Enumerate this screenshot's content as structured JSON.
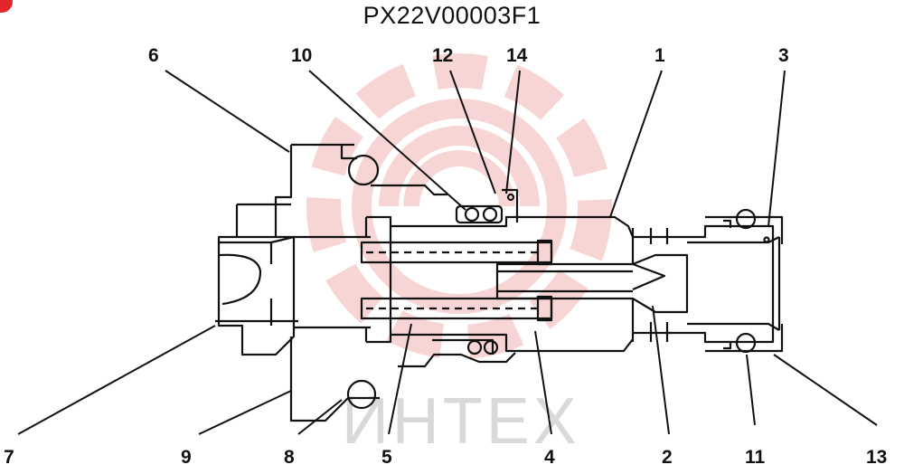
{
  "title": "PX22V00003F1",
  "watermark_text": "ИНТЕХ",
  "callouts": [
    "1",
    "2",
    "3",
    "4",
    "5",
    "6",
    "7",
    "8",
    "9",
    "10",
    "11",
    "12",
    "13",
    "14"
  ],
  "colors": {
    "ink": "#111111",
    "watermark_gear": "#f4c9c9",
    "badge": "#e2262b"
  }
}
